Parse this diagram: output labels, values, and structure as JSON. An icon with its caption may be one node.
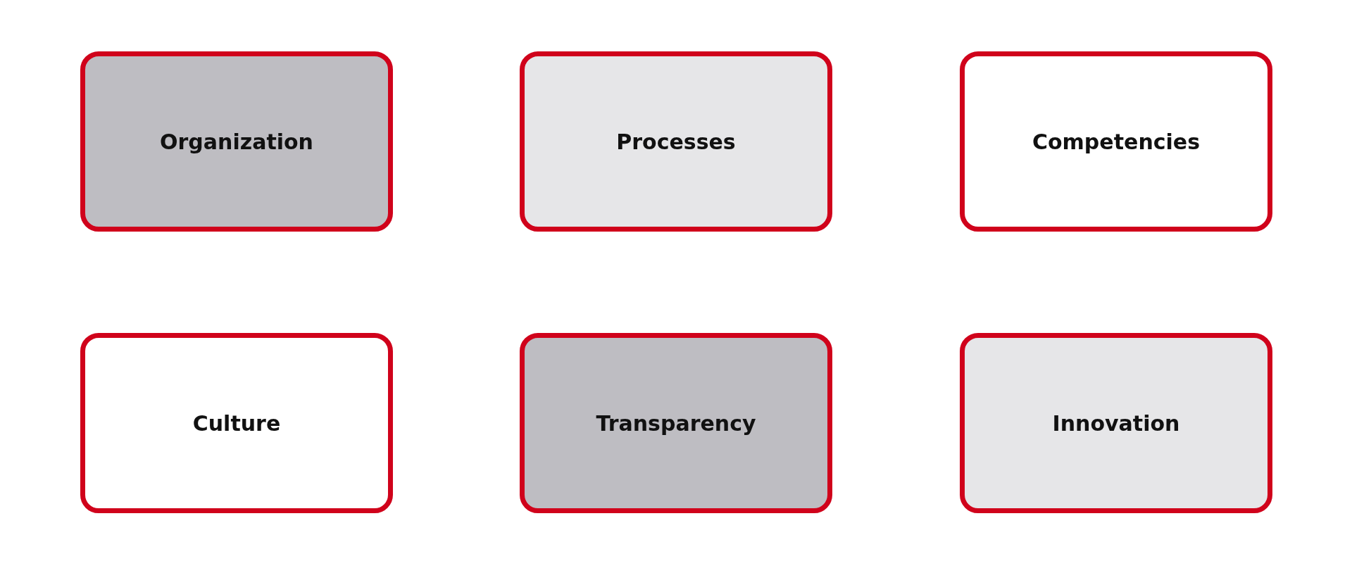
{
  "diagram": {
    "nodes": [
      {
        "text": [
          "Organization"
        ]
      },
      {
        "text": [
          "Processes"
        ]
      },
      {
        "text": [
          "Competencies"
        ]
      },
      {
        "text": [
          "Culture"
        ]
      },
      {
        "text": [
          "Transparency"
        ]
      },
      {
        "text": [
          "Innovation"
        ]
      }
    ]
  }
}
